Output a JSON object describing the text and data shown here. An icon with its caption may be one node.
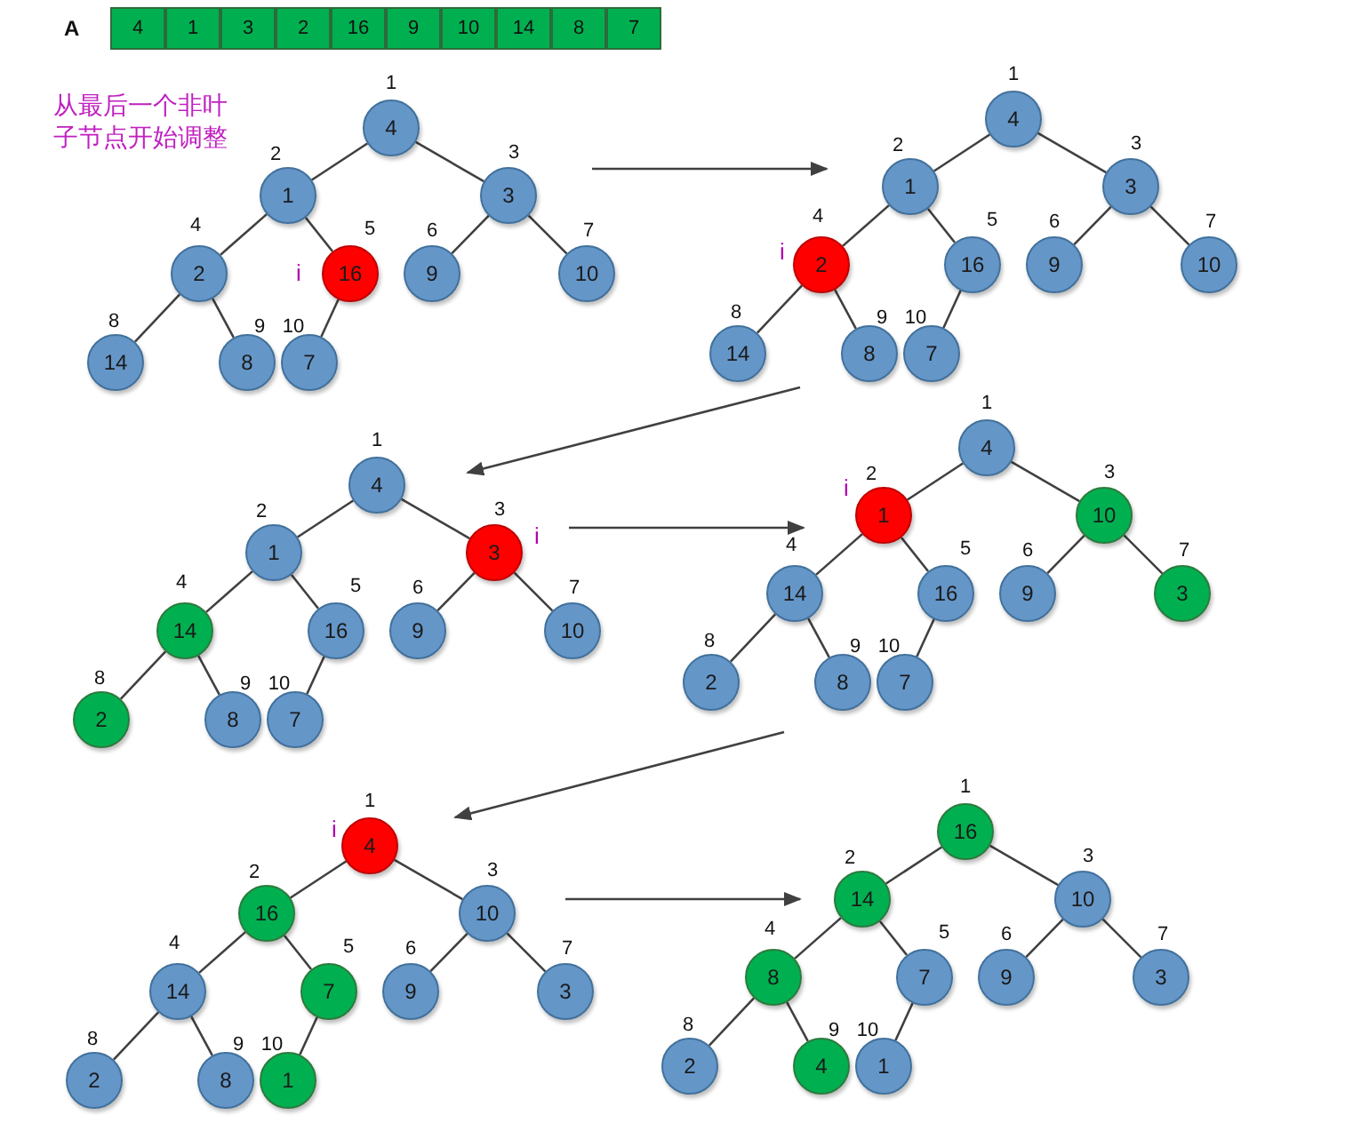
{
  "diagram": {
    "nodes": [
      {
        "text": [
          "4"
        ],
        "beside": [
          "1"
        ]
      },
      {
        "text": [
          "1"
        ],
        "beside": [
          "2"
        ]
      },
      {
        "text": [
          "3"
        ],
        "beside": [
          "3"
        ]
      },
      {
        "text": [
          "2"
        ],
        "beside": [
          "4"
        ]
      },
      {
        "text": [
          "16"
        ],
        "beside": [
          "5",
          "i"
        ]
      },
      {
        "text": [
          "9"
        ],
        "beside": [
          "6"
        ]
      },
      {
        "text": [
          "10"
        ],
        "beside": [
          "7"
        ]
      },
      {
        "text": [
          "14"
        ],
        "beside": [
          "8"
        ]
      },
      {
        "text": [
          "8"
        ],
        "beside": [
          "9"
        ]
      },
      {
        "text": [
          "7"
        ],
        "beside": [
          "10"
        ]
      },
      {
        "text": [
          "4"
        ],
        "beside": [
          "1"
        ]
      },
      {
        "text": [
          "1"
        ],
        "beside": [
          "2"
        ]
      },
      {
        "text": [
          "3"
        ],
        "beside": [
          "3"
        ]
      },
      {
        "text": [
          "2"
        ],
        "beside": [
          "4",
          "i"
        ]
      },
      {
        "text": [
          "16"
        ],
        "beside": [
          "5"
        ]
      },
      {
        "text": [
          "9"
        ],
        "beside": [
          "6"
        ]
      },
      {
        "text": [
          "10"
        ],
        "beside": [
          "7"
        ]
      },
      {
        "text": [
          "14"
        ],
        "beside": [
          "8"
        ]
      },
      {
        "text": [
          "8"
        ],
        "beside": [
          "9"
        ]
      },
      {
        "text": [
          "7"
        ],
        "beside": [
          "10"
        ]
      },
      {
        "text": [
          "4"
        ],
        "beside": [
          "1"
        ]
      },
      {
        "text": [
          "1"
        ],
        "beside": [
          "2"
        ]
      },
      {
        "text": [
          "3"
        ],
        "beside": [
          "3",
          "i"
        ]
      },
      {
        "text": [
          "14"
        ],
        "beside": [
          "4"
        ]
      },
      {
        "text": [
          "16"
        ],
        "beside": [
          "5"
        ]
      },
      {
        "text": [
          "9"
        ],
        "beside": [
          "6"
        ]
      },
      {
        "text": [
          "10"
        ],
        "beside": [
          "7"
        ]
      },
      {
        "text": [
          "2"
        ],
        "beside": [
          "8"
        ]
      },
      {
        "text": [
          "8"
        ],
        "beside": [
          "9"
        ]
      },
      {
        "text": [
          "7"
        ],
        "beside": [
          "10"
        ]
      },
      {
        "text": [
          "4"
        ],
        "beside": [
          "1"
        ]
      },
      {
        "text": [
          "1"
        ],
        "beside": [
          "2",
          "i"
        ]
      },
      {
        "text": [
          "10"
        ],
        "beside": [
          "3"
        ]
      },
      {
        "text": [
          "14"
        ],
        "beside": [
          "4"
        ]
      },
      {
        "text": [
          "16"
        ],
        "beside": [
          "5"
        ]
      },
      {
        "text": [
          "9"
        ],
        "beside": [
          "6"
        ]
      },
      {
        "text": [
          "3"
        ],
        "beside": [
          "7"
        ]
      },
      {
        "text": [
          "2"
        ],
        "beside": [
          "8"
        ]
      },
      {
        "text": [
          "8"
        ],
        "beside": [
          "9"
        ]
      },
      {
        "text": [
          "7"
        ],
        "beside": [
          "10"
        ]
      },
      {
        "text": [
          "4"
        ],
        "beside": [
          "1",
          "i"
        ]
      },
      {
        "text": [
          "16"
        ],
        "beside": [
          "2"
        ]
      },
      {
        "text": [
          "10"
        ],
        "beside": [
          "3"
        ]
      },
      {
        "text": [
          "14"
        ],
        "beside": [
          "4"
        ]
      },
      {
        "text": [
          "7"
        ],
        "beside": [
          "5"
        ]
      },
      {
        "text": [
          "9"
        ],
        "beside": [
          "6"
        ]
      },
      {
        "text": [
          "3"
        ],
        "beside": [
          "7"
        ]
      },
      {
        "text": [
          "2"
        ],
        "beside": [
          "8"
        ]
      },
      {
        "text": [
          "8"
        ],
        "beside": [
          "9"
        ]
      },
      {
        "text": [
          "1"
        ],
        "beside": [
          "10"
        ]
      },
      {
        "text": [
          "16"
        ],
        "beside": [
          "1"
        ]
      },
      {
        "text": [
          "14"
        ],
        "beside": [
          "2"
        ]
      },
      {
        "text": [
          "10"
        ],
        "beside": [
          "3"
        ]
      },
      {
        "text": [
          "8"
        ],
        "beside": [
          "4"
        ]
      },
      {
        "text": [
          "7"
        ],
        "beside": [
          "5"
        ]
      },
      {
        "text": [
          "9"
        ],
        "beside": [
          "6"
        ]
      },
      {
        "text": [
          "3"
        ],
        "beside": [
          "7"
        ]
      },
      {
        "text": [
          "2"
        ],
        "beside": [
          "8"
        ]
      },
      {
        "text": [
          "4"
        ],
        "beside": [
          "9"
        ]
      },
      {
        "text": [
          "1"
        ],
        "beside": [
          "10"
        ]
      }
    ],
    "edges": [
      {
        "from": 0,
        "to": 1,
        "arrow": "none"
      },
      {
        "from": 0,
        "to": 2,
        "arrow": "none"
      },
      {
        "from": 1,
        "to": 3,
        "arrow": "none"
      },
      {
        "from": 1,
        "to": 4,
        "arrow": "none"
      },
      {
        "from": 2,
        "to": 5,
        "arrow": "none"
      },
      {
        "from": 2,
        "to": 6,
        "arrow": "none"
      },
      {
        "from": 3,
        "to": 7,
        "arrow": "none"
      },
      {
        "from": 3,
        "to": 8,
        "arrow": "none"
      },
      {
        "from": 4,
        "to": 9,
        "arrow": "none"
      },
      {
        "from": 10,
        "to": 11,
        "arrow": "none"
      },
      {
        "from": 10,
        "to": 12,
        "arrow": "none"
      },
      {
        "from": 11,
        "to": 13,
        "arrow": "none"
      },
      {
        "from": 11,
        "to": 14,
        "arrow": "none"
      },
      {
        "from": 12,
        "to": 15,
        "arrow": "none"
      },
      {
        "from": 12,
        "to": 16,
        "arrow": "none"
      },
      {
        "from": 13,
        "to": 17,
        "arrow": "none"
      },
      {
        "from": 13,
        "to": 18,
        "arrow": "none"
      },
      {
        "from": 14,
        "to": 19,
        "arrow": "none"
      },
      {
        "from": 20,
        "to": 21,
        "arrow": "none"
      },
      {
        "from": 20,
        "to": 22,
        "arrow": "none"
      },
      {
        "from": 21,
        "to": 23,
        "arrow": "none"
      },
      {
        "from": 21,
        "to": 24,
        "arrow": "none"
      },
      {
        "from": 22,
        "to": 25,
        "arrow": "none"
      },
      {
        "from": 22,
        "to": 26,
        "arrow": "none"
      },
      {
        "from": 23,
        "to": 27,
        "arrow": "none"
      },
      {
        "from": 23,
        "to": 28,
        "arrow": "none"
      },
      {
        "from": 24,
        "to": 29,
        "arrow": "none"
      },
      {
        "from": 30,
        "to": 31,
        "arrow": "none"
      },
      {
        "from": 30,
        "to": 32,
        "arrow": "none"
      },
      {
        "from": 31,
        "to": 33,
        "arrow": "none"
      },
      {
        "from": 31,
        "to": 34,
        "arrow": "none"
      },
      {
        "from": 32,
        "to": 35,
        "arrow": "none"
      },
      {
        "from": 32,
        "to": 36,
        "arrow": "none"
      },
      {
        "from": 33,
        "to": 37,
        "arrow": "none"
      },
      {
        "from": 33,
        "to": 38,
        "arrow": "none"
      },
      {
        "from": 34,
        "to": 39,
        "arrow": "none"
      },
      {
        "from": 40,
        "to": 41,
        "arrow": "none"
      },
      {
        "from": 40,
        "to": 42,
        "arrow": "none"
      },
      {
        "from": 41,
        "to": 43,
        "arrow": "none"
      },
      {
        "from": 41,
        "to": 44,
        "arrow": "none"
      },
      {
        "from": 42,
        "to": 45,
        "arrow": "none"
      },
      {
        "from": 42,
        "to": 46,
        "arrow": "none"
      },
      {
        "from": 43,
        "to": 47,
        "arrow": "none"
      },
      {
        "from": 43,
        "to": 48,
        "arrow": "none"
      },
      {
        "from": 44,
        "to": 49,
        "arrow": "none"
      },
      {
        "from": 50,
        "to": 51,
        "arrow": "none"
      },
      {
        "from": 50,
        "to": 52,
        "arrow": "none"
      },
      {
        "from": 51,
        "to": 53,
        "arrow": "none"
      },
      {
        "from": 51,
        "to": 54,
        "arrow": "none"
      },
      {
        "from": 52,
        "to": 55,
        "arrow": "none"
      },
      {
        "from": 52,
        "to": 56,
        "arrow": "none"
      },
      {
        "from": 53,
        "to": 57,
        "arrow": "none"
      },
      {
        "from": 53,
        "to": 58,
        "arrow": "none"
      },
      {
        "from": 54,
        "to": 59,
        "arrow": "none"
      }
    ],
    "labels": [
      "A",
      "4",
      "1",
      "3",
      "2",
      "16",
      "9",
      "10",
      "14",
      "8",
      "7",
      "从最后一个非叶子节点开始调整"
    ]
  }
}
